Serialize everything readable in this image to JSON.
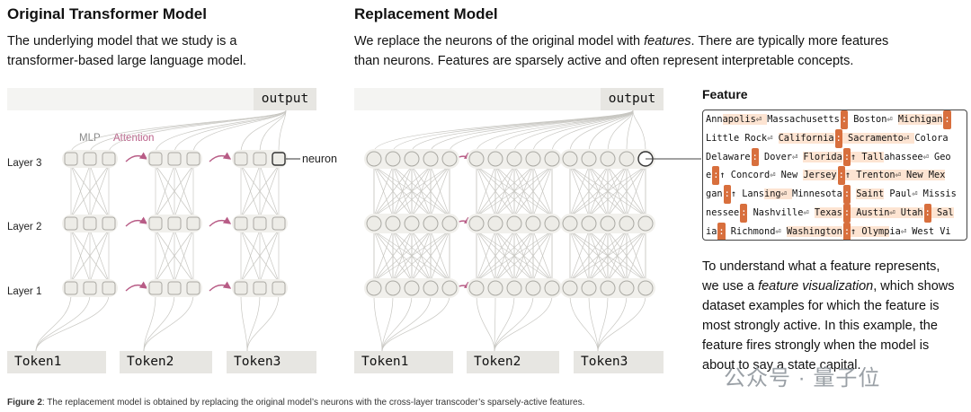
{
  "left": {
    "title": "Original Transformer Model",
    "desc_line1": "The underlying model that we study is a",
    "desc_line2": "transformer-based large language model.",
    "output_label": "output",
    "mlp_label": "MLP",
    "attention_label": "Attention",
    "neuron_label": "neuron",
    "layers": [
      "Layer 3",
      "Layer 2",
      "Layer 1"
    ],
    "tokens": [
      "Token1",
      "Token2",
      "Token3"
    ]
  },
  "right": {
    "title": "Replacement Model",
    "desc_line1_a": "We replace the neurons of the original model with ",
    "desc_line1_em": "features",
    "desc_line1_b": ". There are typically more features",
    "desc_line2": "than neurons. Features are sparsely active and often represent interpretable concepts.",
    "output_label": "output",
    "tokens": [
      "Token1",
      "Token2",
      "Token3"
    ]
  },
  "feature": {
    "title": "Feature",
    "rows": [
      "Ann|apolis⏎ |Massachusetts|:| Boston⏎ |Michigan|:",
      "Little Rock⏎ |California|:| Sacramento⏎ |Colora",
      "Delaware|:| Dover⏎ |Florida|:|↑ Tall|ahassee⏎ Geo",
      "e|:|↑ Concord⏎ New |Jersey|:|↑ Trenton⏎ New Mex",
      "gan|:|↑ Lans|ing⏎ |Minnesota|:| |Saint| Paul⏎ Missis",
      "nessee|:| Nashville⏎ |Texas|:| Austin⏎ Utah|:| Sal",
      "ia|:| Richmond⏎ |Washington|:|↑ Olymp|ia⏎ West Vi"
    ]
  },
  "explain": {
    "line1": "To understand what a feature represents,",
    "line2_a": "we use a ",
    "line2_em": "feature visualization",
    "line2_b": ", which shows",
    "line3": "dataset examples for which the feature is",
    "line4": "most strongly active. In this example, the",
    "line5": "feature fires strongly when the model is",
    "line6": "about to say a state capital."
  },
  "caption": {
    "bold": "Figure 2",
    "text": ": The replacement model is obtained by replacing the original model’s neurons with the cross-layer transcoder’s sparsely-active features."
  },
  "watermark": "公众号 · 量子位",
  "colors": {
    "attention": "#b85c86",
    "node_fill": "#edece7",
    "node_stroke": "#aaa9a3",
    "marker": "#d86f3d"
  }
}
